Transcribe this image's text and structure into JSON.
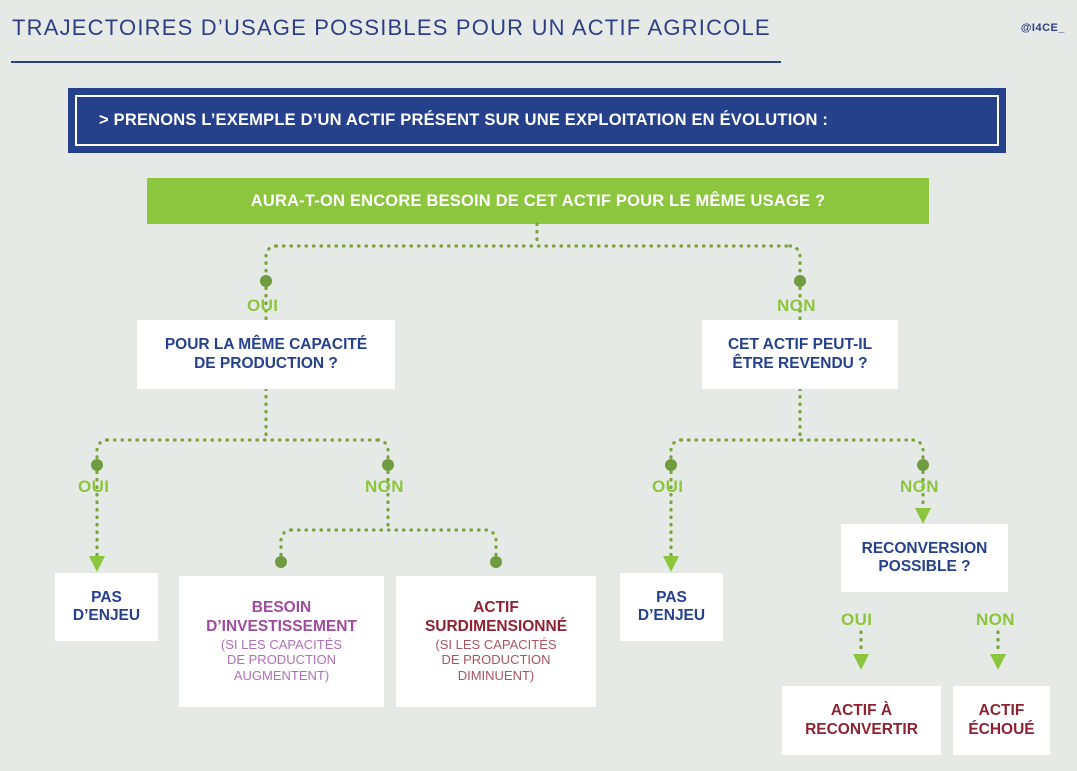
{
  "header": {
    "title": "TRAJECTOIRES D’USAGE POSSIBLES POUR UN ACTIF AGRICOLE",
    "brand": "@I4CE_"
  },
  "banner": {
    "text": "> PRENONS L’EXEMPLE D’UN ACTIF PRÉSENT SUR UNE EXPLOITATION EN ÉVOLUTION :"
  },
  "root_question": {
    "text": "AURA-T-ON ENCORE BESOIN DE CET ACTIF POUR LE MÊME USAGE ?"
  },
  "labels": {
    "oui": "OUI",
    "non": "NON"
  },
  "nodes": {
    "capacity_question": {
      "line1": "POUR LA MÊME CAPACITÉ",
      "line2": "DE PRODUCTION ?"
    },
    "resale_question": {
      "line1": "CET ACTIF PEUT-IL",
      "line2": "ÊTRE REVENDU ?"
    },
    "reconversion_question": {
      "line1": "RECONVERSION",
      "line2": "POSSIBLE ?"
    },
    "no_issue_left": {
      "line1": "PAS",
      "line2": "D’ENJEU"
    },
    "no_issue_right": {
      "line1": "PAS",
      "line2": "D’ENJEU"
    },
    "investment_need": {
      "line1": "BESOIN",
      "line2": "D’INVESTISSEMENT",
      "sub1": "(SI LES CAPACITÉS",
      "sub2": "DE PRODUCTION",
      "sub3": "AUGMENTENT)"
    },
    "oversized_asset": {
      "line1": "ACTIF",
      "line2": "SURDIMENSIONNÉ",
      "sub1": "(SI LES CAPACITÉS",
      "sub2": "DE PRODUCTION",
      "sub3": "DIMINUENT)"
    },
    "asset_to_convert": {
      "line1": "ACTIF À",
      "line2": "RECONVERTIR"
    },
    "stranded_asset": {
      "line1": "ACTIF",
      "line2": "ÉCHOUÉ"
    }
  },
  "branch_labels": {
    "root_yes": "OUI",
    "root_no": "NON",
    "capacity_yes": "OUI",
    "capacity_no": "NON",
    "resale_yes": "OUI",
    "resale_no": "NON",
    "reconversion_yes": "OUI",
    "reconversion_no": "NON"
  },
  "colors": {
    "background": "#e6eae6",
    "brand_blue": "#26418c",
    "accent_green": "#8cc63e",
    "connector_green": "#6f9c40",
    "purple": "#a04a9e",
    "maroon": "#8e2230",
    "white": "#ffffff"
  }
}
